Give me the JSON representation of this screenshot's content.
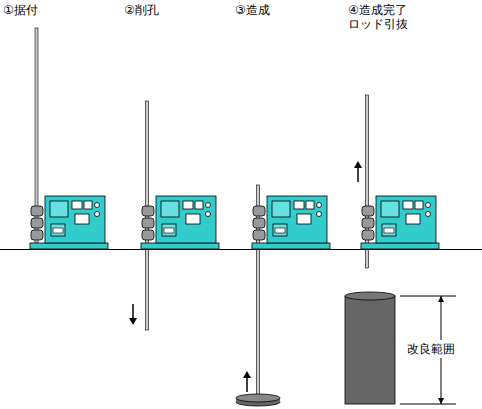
{
  "diagram": {
    "labels": [
      "①据付",
      "②削孔",
      "③造成",
      "④造成完了 ロッド引抜",
      "改良範囲"
    ]
  }
}
